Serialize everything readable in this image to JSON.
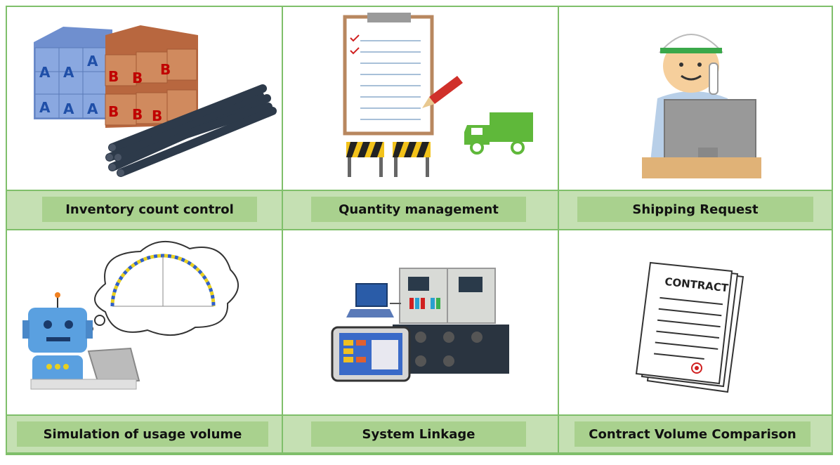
{
  "cards": [
    {
      "label": "Inventory count control",
      "box_letter_a": "A",
      "box_letter_b": "B"
    },
    {
      "label": "Quantity management"
    },
    {
      "label": "Shipping  Request"
    },
    {
      "label": "Simulation of usage volume"
    },
    {
      "label": "System Linkage"
    },
    {
      "label": "Contract Volume Comparison",
      "document_heading": "CONTRACT"
    }
  ],
  "colors": {
    "border": "#7fbf6a",
    "band": "#c5e0b3",
    "label_bg": "#a9d18e"
  }
}
